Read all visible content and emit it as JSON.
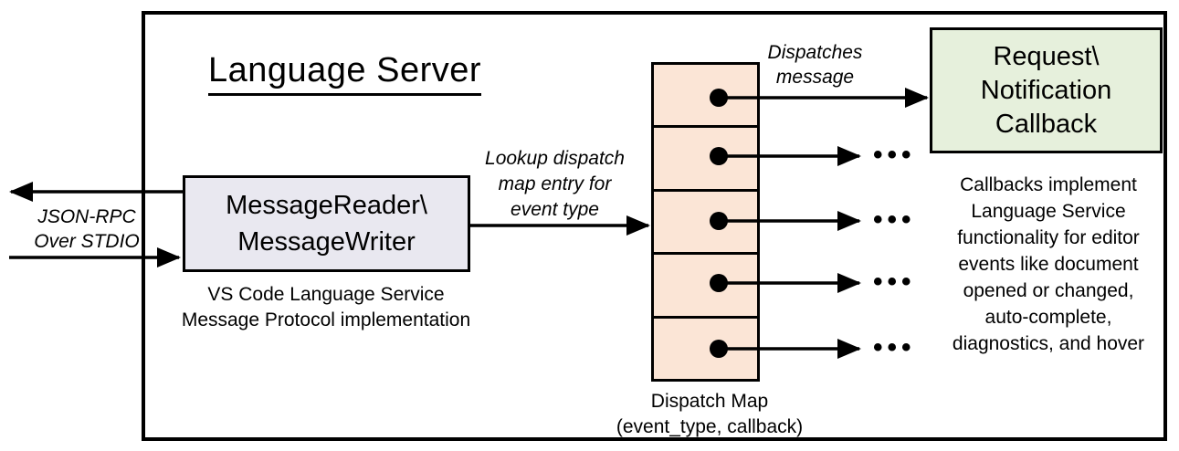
{
  "diagram": {
    "title": "Language Server",
    "io_label": {
      "line1": "JSON-RPC",
      "line2": "Over STDIO"
    },
    "message_box": {
      "line1": "MessageReader\\",
      "line2": "MessageWriter",
      "caption1": "VS Code Language Service",
      "caption2": "Message Protocol implementation"
    },
    "lookup_label": {
      "line1": "Lookup dispatch",
      "line2": "map entry for",
      "line3": "event type"
    },
    "dispatch_map": {
      "rows": 5,
      "caption1": "Dispatch Map",
      "caption2": "(event_type, callback)"
    },
    "dispatches_label": {
      "line1": "Dispatches",
      "line2": "message"
    },
    "callback_box": {
      "line1": "Request\\",
      "line2": "Notification",
      "line3": "Callback"
    },
    "note": {
      "lines": [
        "Callbacks implement",
        "Language Service",
        "functionality for editor",
        "events like document",
        "opened or changed,",
        "auto-complete,",
        "diagnostics, and hover"
      ]
    },
    "ellipsis": "•••"
  },
  "colors": {
    "message_box_fill": "#e9e8f0",
    "dispatch_cell_fill": "#fbe5d6",
    "callback_box_fill": "#e6f0dc",
    "line_color": "#000000"
  }
}
